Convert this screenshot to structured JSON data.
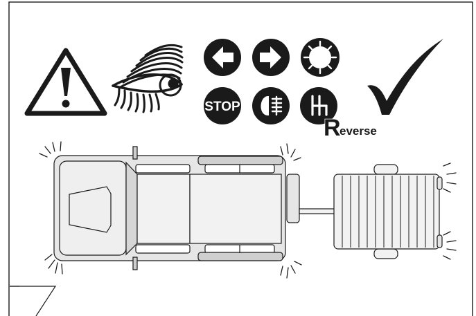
{
  "symbols": {
    "stop_label": "STOP",
    "reverse_letter": "R",
    "reverse_suffix": "everse"
  },
  "colors": {
    "ink": "#1a1a1a",
    "vehicle_light": "#e6e6e6",
    "vehicle_mid": "#cfcfcf",
    "paper": "#ffffff"
  },
  "icons": [
    "warning-triangle-icon",
    "eye-icon",
    "indicator-left-icon",
    "indicator-right-icon",
    "hazard-icon",
    "stop-icon",
    "fog-light-icon",
    "reverse-gear-icon",
    "checkmark-icon"
  ]
}
